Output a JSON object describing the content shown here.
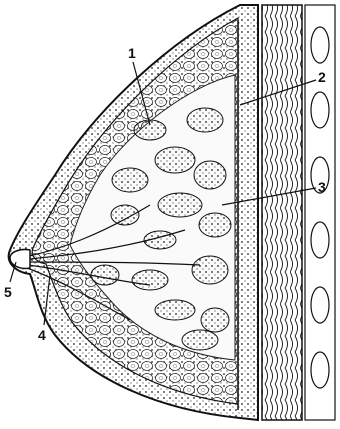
{
  "figure": {
    "labels": [
      {
        "text": "1"
      },
      {
        "text": "2"
      },
      {
        "text": "3"
      },
      {
        "text": "4"
      },
      {
        "text": "5"
      }
    ]
  },
  "colors": {
    "ink": "#111111",
    "paper": "#ffffff"
  }
}
